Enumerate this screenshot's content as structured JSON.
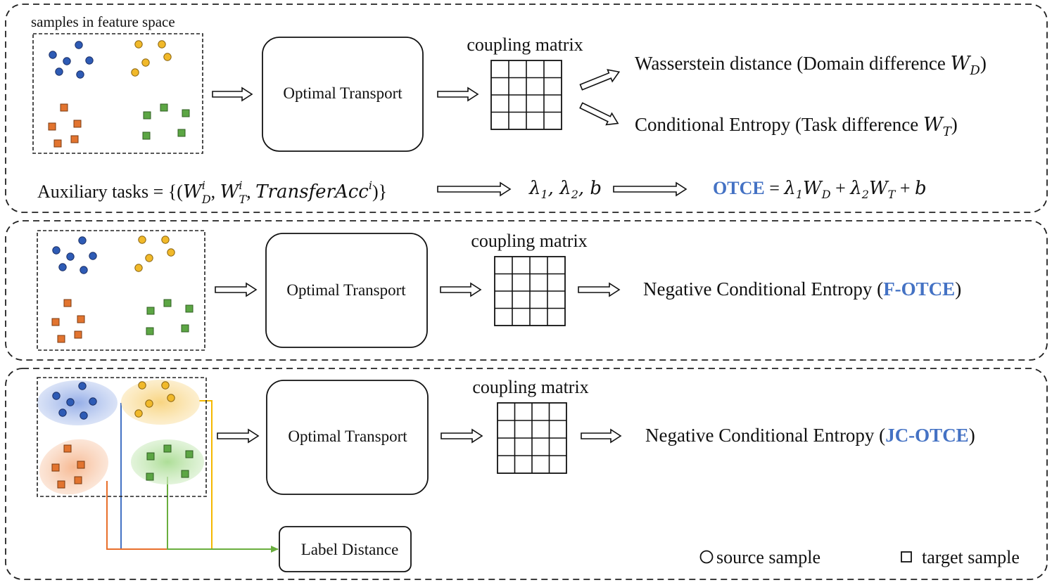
{
  "colors": {
    "accent": "#4472C4",
    "source_blue": "#2E5BB5",
    "source_yellow": "#F1B92A",
    "target_orange": "#E2742F",
    "target_green": "#5CA644",
    "line_blue": "#4472C4",
    "line_yellow": "#F5B800",
    "line_orange": "#E86F2B",
    "line_green": "#6AAE3E"
  },
  "panel1": {
    "samples_label": "samples in feature space",
    "ot_label": "Optimal Transport",
    "coupling_label": "coupling matrix",
    "out1_text": "Wasserstein distance (Domain difference ",
    "out1_var": "W",
    "out1_sub": "D",
    "out1_close": ")",
    "out2_text": "Conditional Entropy (Task difference ",
    "out2_var": "W",
    "out2_sub": "T",
    "out2_close": ")",
    "aux_label": "Auxiliary tasks = {(",
    "aux_w": "W",
    "aux_sup_i": "i",
    "aux_sub_d": "D",
    "aux_sub_t": "T",
    "aux_comma": ", ",
    "aux_acc": "TransferAcc",
    "aux_end": ")}",
    "lambda": "λ",
    "lambda_sub1": "1",
    "lambda_sub2": "2",
    "b": "b",
    "otce_name": "OTCE",
    "otce_eq": " = ",
    "plus": " + "
  },
  "panel2": {
    "ot_label": "Optimal Transport",
    "coupling_label": "coupling matrix",
    "out_prefix": "Negative Conditional Entropy (",
    "out_name": "F-OTCE",
    "out_suffix": ")"
  },
  "panel3": {
    "ot_label": "Optimal Transport",
    "coupling_label": "coupling matrix",
    "out_prefix": "Negative Conditional Entropy (",
    "out_name": "JC-OTCE",
    "out_suffix": ")",
    "label_distance": "Label Distance",
    "legend_source": "source sample",
    "legend_target": "target sample"
  }
}
